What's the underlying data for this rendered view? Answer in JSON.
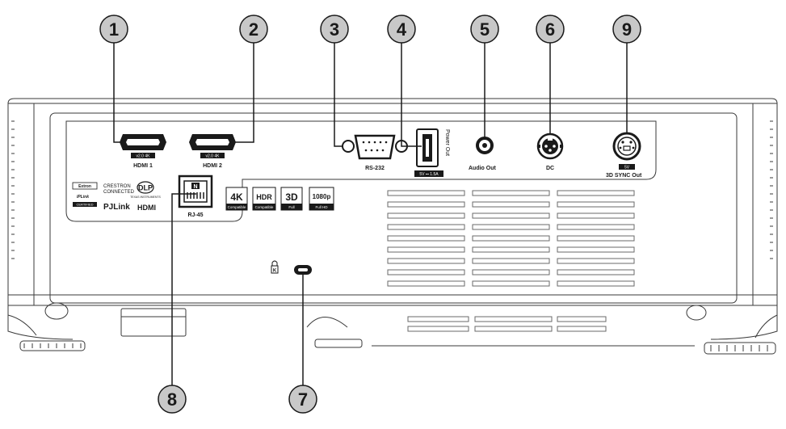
{
  "callouts": [
    {
      "id": "1",
      "num": "1"
    },
    {
      "id": "2",
      "num": "2"
    },
    {
      "id": "3",
      "num": "3"
    },
    {
      "id": "4",
      "num": "4"
    },
    {
      "id": "5",
      "num": "5"
    },
    {
      "id": "6",
      "num": "6"
    },
    {
      "id": "9",
      "num": "9"
    },
    {
      "id": "8",
      "num": "8"
    },
    {
      "id": "7",
      "num": "7"
    }
  ],
  "ports": {
    "hdmi1": {
      "label": "HDMI 1",
      "spec": "v2.0 4K"
    },
    "hdmi2": {
      "label": "HDMI 2",
      "spec": "v2.0 4K"
    },
    "rs232": {
      "label": "RS-232"
    },
    "power_out": {
      "label": "Power Out",
      "spec": "5V ⎓ 1.5A"
    },
    "audio_out": {
      "label_bold": "Audio",
      "label_rest": " Out"
    },
    "dc": {
      "label": "DC"
    },
    "sync3d": {
      "label_bold": "3D SYNC",
      "label_rest": " Out",
      "spec": "5V"
    },
    "rj45": {
      "label": "RJ-45",
      "pin": "N"
    }
  },
  "logos": {
    "extron": "Extron",
    "iplink": "IPLink",
    "certified": "CERTIFIED",
    "crestron_1": "CRESTRON",
    "crestron_2": "CONNECTED",
    "dlp": "DLP",
    "ti": "TEXAS INSTRUMENTS",
    "pjlink": "PJLink",
    "hdmi": "HDMI"
  },
  "badges": [
    {
      "big": "4K",
      "small": "Compatible"
    },
    {
      "big": "HDR",
      "small": "Compatible"
    },
    {
      "big": "3D",
      "small": "Full"
    },
    {
      "big": "1080p",
      "small": "Full HD"
    }
  ],
  "colors": {
    "callout_fill": "#c8c8c8",
    "line": "#1a1a1a",
    "body_stroke": "#3a3a3a",
    "vent": "#6a6a6a"
  }
}
